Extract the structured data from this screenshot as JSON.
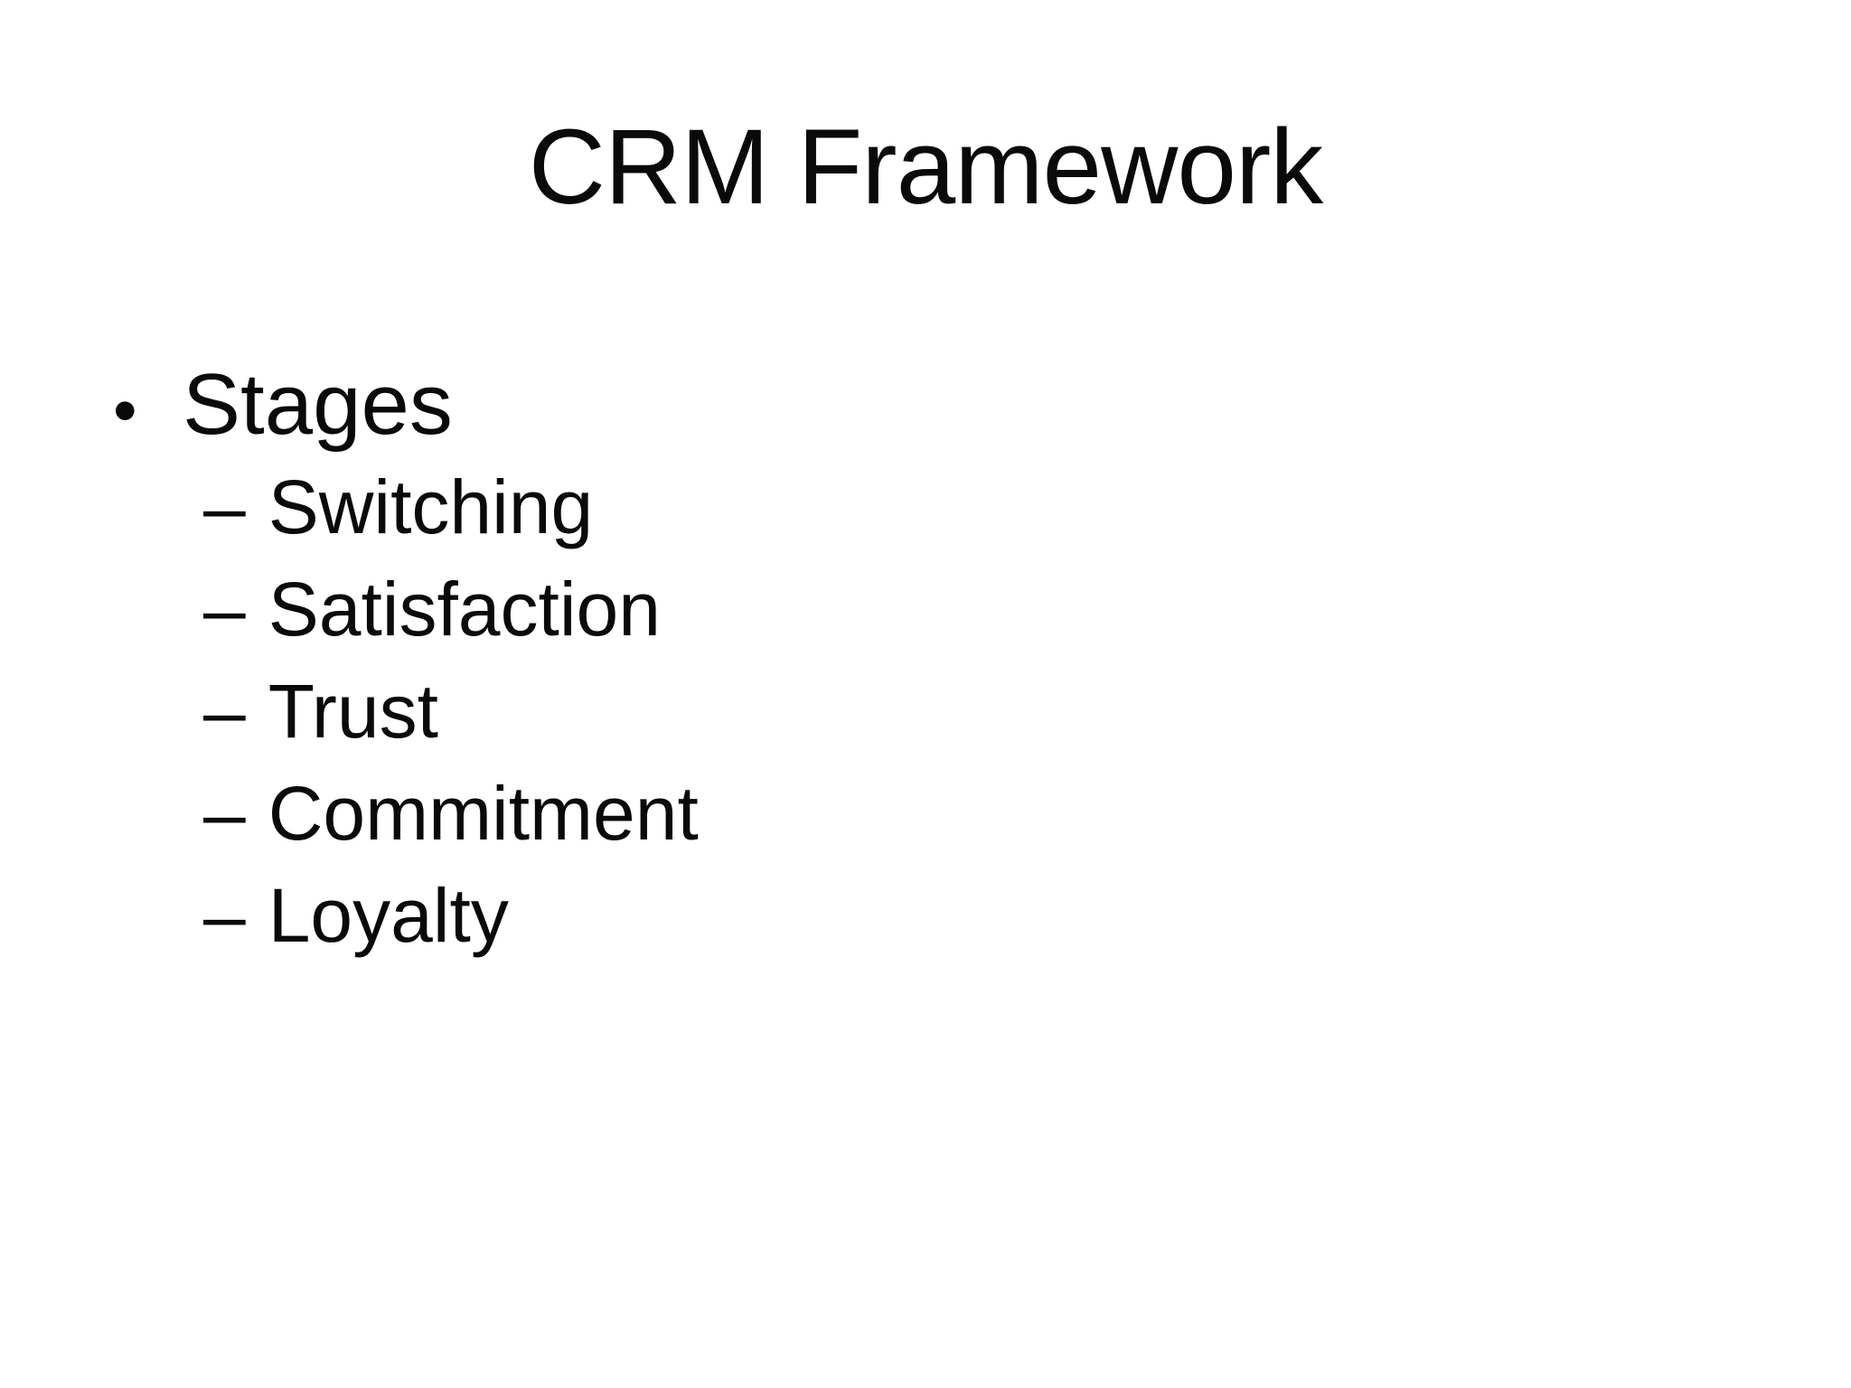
{
  "slide": {
    "title": "CRM Framework",
    "list": {
      "bullet_glyph": "•",
      "heading": "Stages",
      "sub_bullet_glyph": "–",
      "items": [
        "Switching",
        "Satisfaction",
        "Trust",
        "Commitment",
        "Loyalty"
      ]
    },
    "colors": {
      "background": "#ffffff",
      "text": "#0a0a0a"
    }
  }
}
